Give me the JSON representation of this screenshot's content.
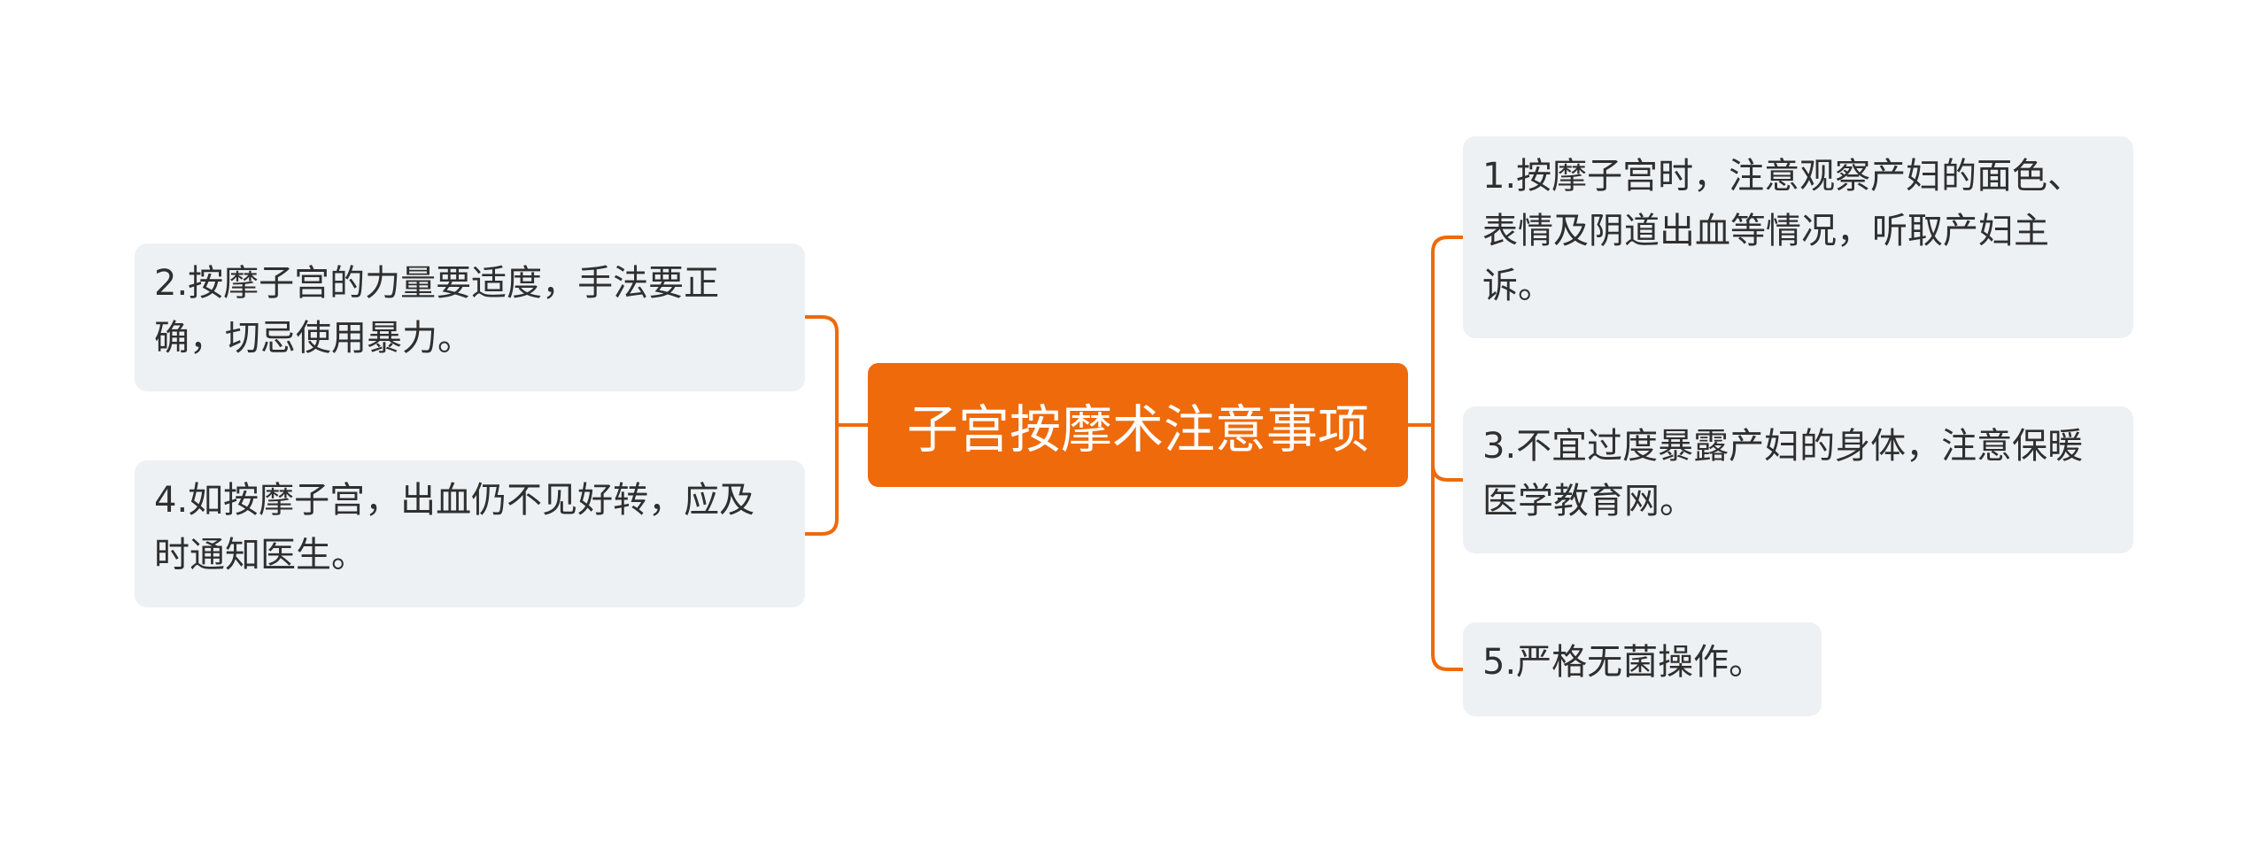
{
  "diagram": {
    "root": {
      "label": "子宫按摩术注意事项"
    },
    "left_items": [
      {
        "id": "n2",
        "text": "2.按摩子宫的力量要适度，手法要正确，切忌使用暴力。"
      },
      {
        "id": "n4",
        "text": "4.如按摩子宫，出血仍不见好转，应及时通知医生。"
      }
    ],
    "right_items": [
      {
        "id": "n1",
        "text": "1.按摩子宫时，注意观察产妇的面色、表情及阴道出血等情况，听取产妇主诉。"
      },
      {
        "id": "n3",
        "text": "3.不宜过度暴露产妇的身体，注意保暖医学教育网。"
      },
      {
        "id": "n5",
        "text": "5.严格无菌操作。"
      }
    ]
  },
  "colors": {
    "accent": "#EE6A0B",
    "node_bg": "#EEF1F4",
    "text": "#2F2F2F"
  }
}
